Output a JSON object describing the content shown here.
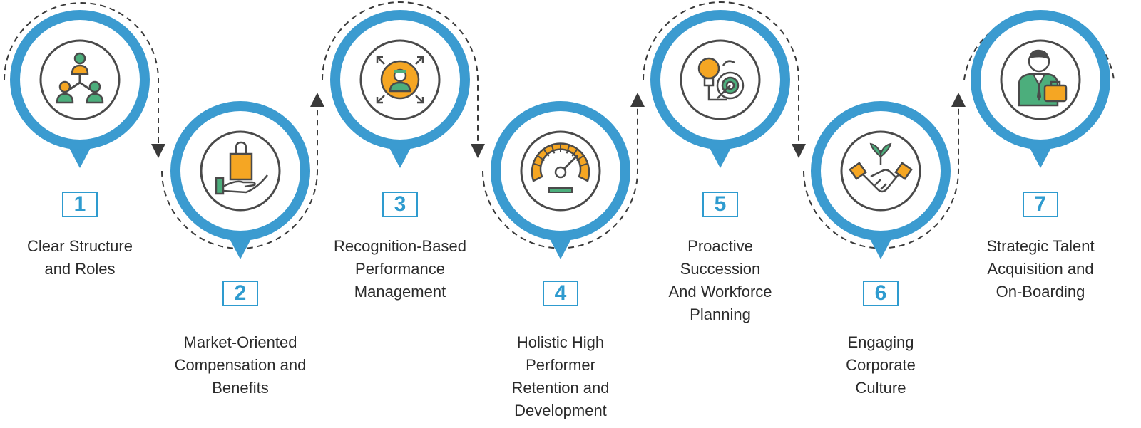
{
  "steps": [
    {
      "number": "1",
      "lines": [
        "Clear Structure",
        "and Roles"
      ],
      "icon": "org-chart-icon"
    },
    {
      "number": "2",
      "lines": [
        "Market-Oriented",
        "Compensation and",
        "Benefits"
      ],
      "icon": "hand-shopping-bag-icon"
    },
    {
      "number": "3",
      "lines": [
        "Recognition-Based",
        "Performance",
        "Management"
      ],
      "icon": "focus-person-icon"
    },
    {
      "number": "4",
      "lines": [
        "Holistic High",
        "Performer",
        "Retention and",
        "Development"
      ],
      "icon": "speedometer-icon"
    },
    {
      "number": "5",
      "lines": [
        "Proactive",
        "Succession",
        "And Workforce",
        "Planning"
      ],
      "icon": "lightbulb-target-icon"
    },
    {
      "number": "6",
      "lines": [
        "Engaging",
        "Corporate",
        "Culture"
      ],
      "icon": "handshake-plant-icon"
    },
    {
      "number": "7",
      "lines": [
        "Strategic Talent",
        "Acquisition and",
        "On-Boarding"
      ],
      "icon": "businessman-briefcase-icon"
    }
  ],
  "colors": {
    "ring": "#3b9bd0",
    "number": "#2e9bcf",
    "orange": "#f5a623",
    "green": "#4cae7c",
    "outline": "#4a4a4a",
    "dash": "#3a3a3a"
  }
}
